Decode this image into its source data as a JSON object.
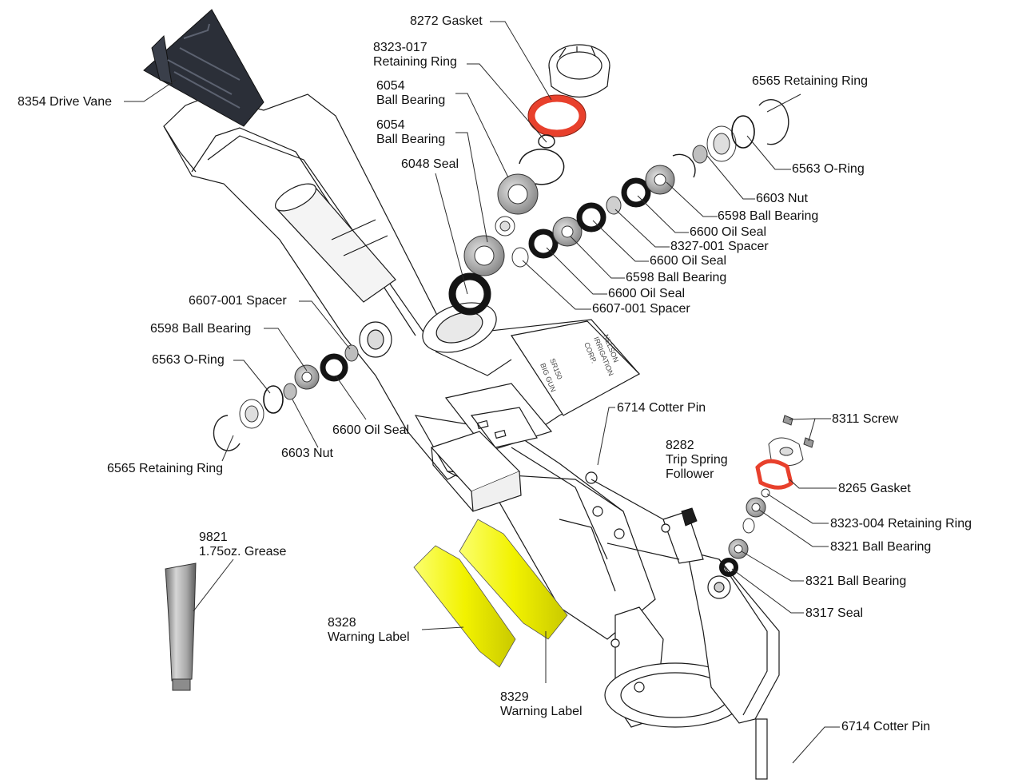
{
  "labels": {
    "drive_vane": "8354 Drive Vane",
    "gasket_8272": "8272 Gasket",
    "retaining_ring_8323_017_l1": "8323-017",
    "retaining_ring_8323_017_l2": "Retaining Ring",
    "ball_bearing_6054_a_l1": "6054",
    "ball_bearing_6054_a_l2": "Ball Bearing",
    "ball_bearing_6054_b_l1": "6054",
    "ball_bearing_6054_b_l2": "Ball Bearing",
    "seal_6048": "6048 Seal",
    "retaining_ring_6565_top": "6565 Retaining Ring",
    "oring_6563_right": "6563 O-Ring",
    "nut_6603_right": "6603 Nut",
    "ball_bearing_6598_r1": "6598 Ball Bearing",
    "oil_seal_6600_r1": "6600 Oil Seal",
    "spacer_8327_001": "8327-001 Spacer",
    "oil_seal_6600_r2": "6600 Oil Seal",
    "ball_bearing_6598_r2": "6598 Ball Bearing",
    "oil_seal_6600_r3": "6600 Oil Seal",
    "spacer_6607_001_right": "6607-001 Spacer",
    "spacer_6607_001_left": "6607-001 Spacer",
    "ball_bearing_6598_left": "6598 Ball Bearing",
    "oring_6563_left": "6563 O-Ring",
    "oil_seal_6600_left": "6600 Oil Seal",
    "nut_6603_left": "6603 Nut",
    "retaining_ring_6565_left": "6565 Retaining Ring",
    "cotter_pin_6714_mid": "6714 Cotter Pin",
    "trip_spring_l1": "8282",
    "trip_spring_l2": "Trip Spring",
    "trip_spring_l3": "Follower",
    "screw_8311": "8311 Screw",
    "gasket_8265": "8265 Gasket",
    "retaining_ring_8323_004": "8323-004 Retaining Ring",
    "ball_bearing_8321_a": "8321 Ball Bearing",
    "ball_bearing_8321_b": "8321 Ball Bearing",
    "seal_8317": "8317 Seal",
    "grease_l1": "9821",
    "grease_l2": "1.75oz. Grease",
    "warning_8328_l1": "8328",
    "warning_8328_l2": "Warning Label",
    "warning_8329_l1": "8329",
    "warning_8329_l2": "Warning Label",
    "cotter_pin_6714_bottom": "6714 Cotter Pin"
  },
  "decal_text": {
    "maker_l1": "NELSON",
    "maker_l2": "IRRIGATION",
    "maker_l3": "CORP.",
    "model_l1": "SR150",
    "model_l2": "BIG GUN"
  },
  "colors": {
    "outline": "#1a1a1a",
    "leader": "#2a2a2a",
    "gasket_red": "#e8402c",
    "warning_yellow": "#f2f200",
    "seal_black": "#141414",
    "bearing_gray": "#9a9a9a",
    "vane_dark": "#2b2f38"
  }
}
